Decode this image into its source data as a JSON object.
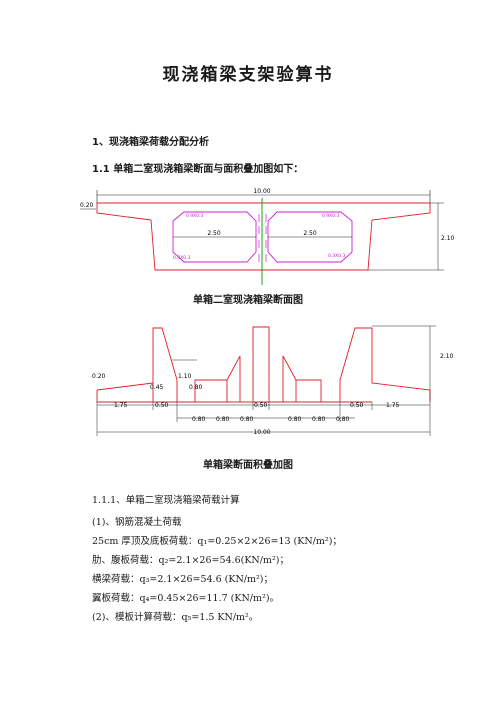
{
  "title": "现浇箱梁支架验算书",
  "section1": "1、现浇箱梁荷载分配分析",
  "section1_1": "1.1 单箱二室现浇箱梁断面与面积叠加图如下：",
  "figure1": {
    "caption": "单箱二室现浇箱梁断面图",
    "dims": {
      "total_width": "10.00",
      "top_slab": "0.20",
      "height": "2.10",
      "cell_left_width": "2.50",
      "cell_right_width": "2.50"
    },
    "chamfers": [
      "0.9X0.3",
      "0.9X0.3",
      "0.3X0.3",
      "0.3X0.3"
    ]
  },
  "figure2": {
    "caption": "单箱梁断面积叠加图",
    "dims": {
      "height": "2.10",
      "flange_edge": "0.20",
      "h_110": "1.10",
      "h_045": "0.45",
      "h_080": "0.80",
      "bottom": [
        "1.75",
        "0.50",
        "0.50",
        "0.50",
        "1.75"
      ],
      "lower": [
        "0.80",
        "0.80",
        "0.80",
        "0.80",
        "0.80",
        "0.80"
      ],
      "total": "10.00"
    }
  },
  "text": {
    "p1": "1.1.1、单箱二室现浇箱梁荷载计算",
    "p2": "(1)、钢筋混凝土荷载",
    "p3": "25cm 厚顶及底板荷载：q₁=0.25×2×26=13 (KN/m²)；",
    "p4": "肋、腹板荷载：q₂=2.1×26=54.6(KN/m²)；",
    "p5": "横梁荷载：q₃=2.1×26=54.6 (KN/m²)；",
    "p6": "翼板荷载：q₄=0.45×26=11.7 (KN/m²)。",
    "p7": "(2)、模板计算荷载：q₅=1.5 KN/m²。"
  },
  "colors": {
    "outline": "#e0202a",
    "cell": "#cc22cc",
    "axis": "#1aa51a",
    "dim": "#222222"
  }
}
